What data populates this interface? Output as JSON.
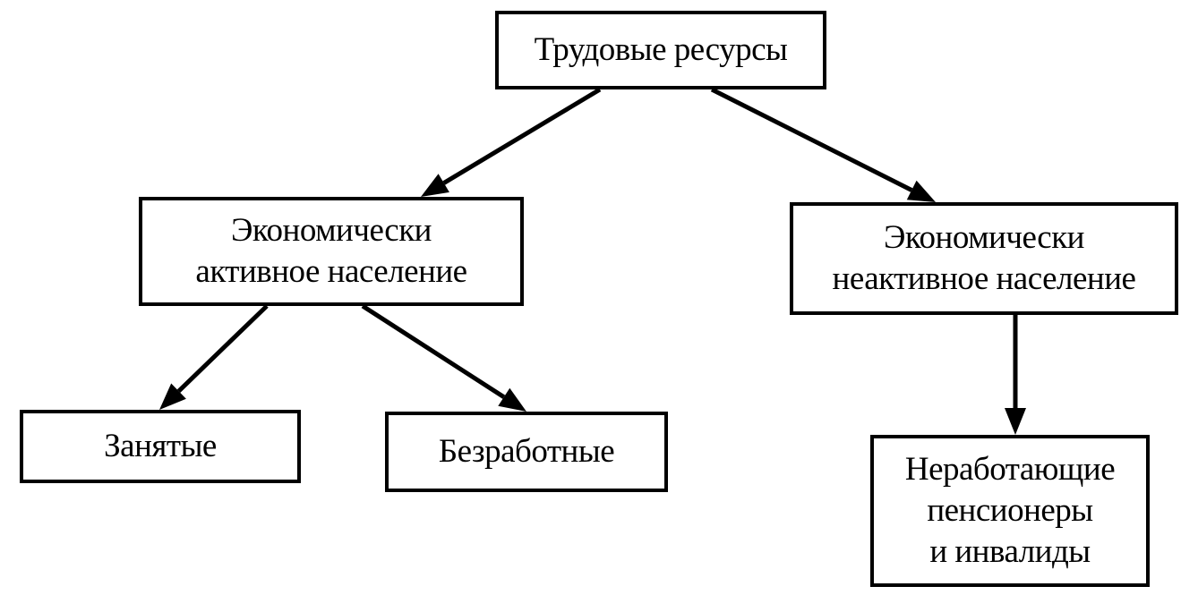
{
  "diagram": {
    "root": {
      "label": "Трудовые ресурсы"
    },
    "active": {
      "lines": [
        "Экономически",
        "активное население"
      ]
    },
    "inactive": {
      "lines": [
        "Экономически",
        "неактивное население"
      ]
    },
    "employed": {
      "label": "Занятые"
    },
    "unemployed": {
      "label": "Безработные"
    },
    "pensioners": {
      "lines": [
        "Неработающие",
        "пенсионеры",
        "и инвалиды"
      ]
    },
    "edges": [
      {
        "from": "root",
        "to": "active"
      },
      {
        "from": "root",
        "to": "inactive"
      },
      {
        "from": "active",
        "to": "employed"
      },
      {
        "from": "active",
        "to": "unemployed"
      },
      {
        "from": "inactive",
        "to": "pensioners"
      }
    ],
    "colors": {
      "stroke": "#000000",
      "fill": "#ffffff"
    }
  }
}
